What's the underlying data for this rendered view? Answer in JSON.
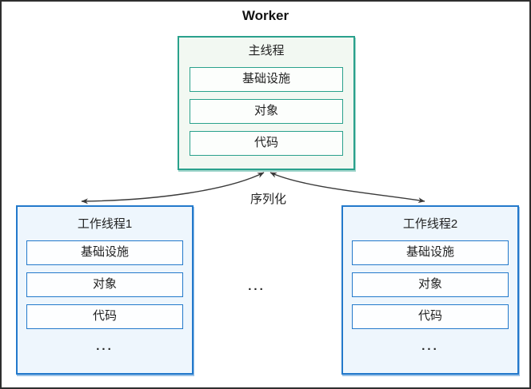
{
  "title": "Worker",
  "main": {
    "title": "主线程",
    "items": [
      "基础设施",
      "对象",
      "代码"
    ]
  },
  "workers": [
    {
      "title": "工作线程1",
      "items": [
        "基础设施",
        "对象",
        "代码"
      ],
      "more": "..."
    },
    {
      "title": "工作线程2",
      "items": [
        "基础设施",
        "对象",
        "代码"
      ],
      "more": "..."
    }
  ],
  "arrow_label": "序列化",
  "middle_more": "...",
  "colors": {
    "main_border": "#2aa18c",
    "main_fill": "#f2f8f2",
    "worker_border": "#2379cb",
    "worker_fill": "#eef6fd",
    "arrow": "#3a3a3a",
    "frame": "#2e2e2e"
  }
}
